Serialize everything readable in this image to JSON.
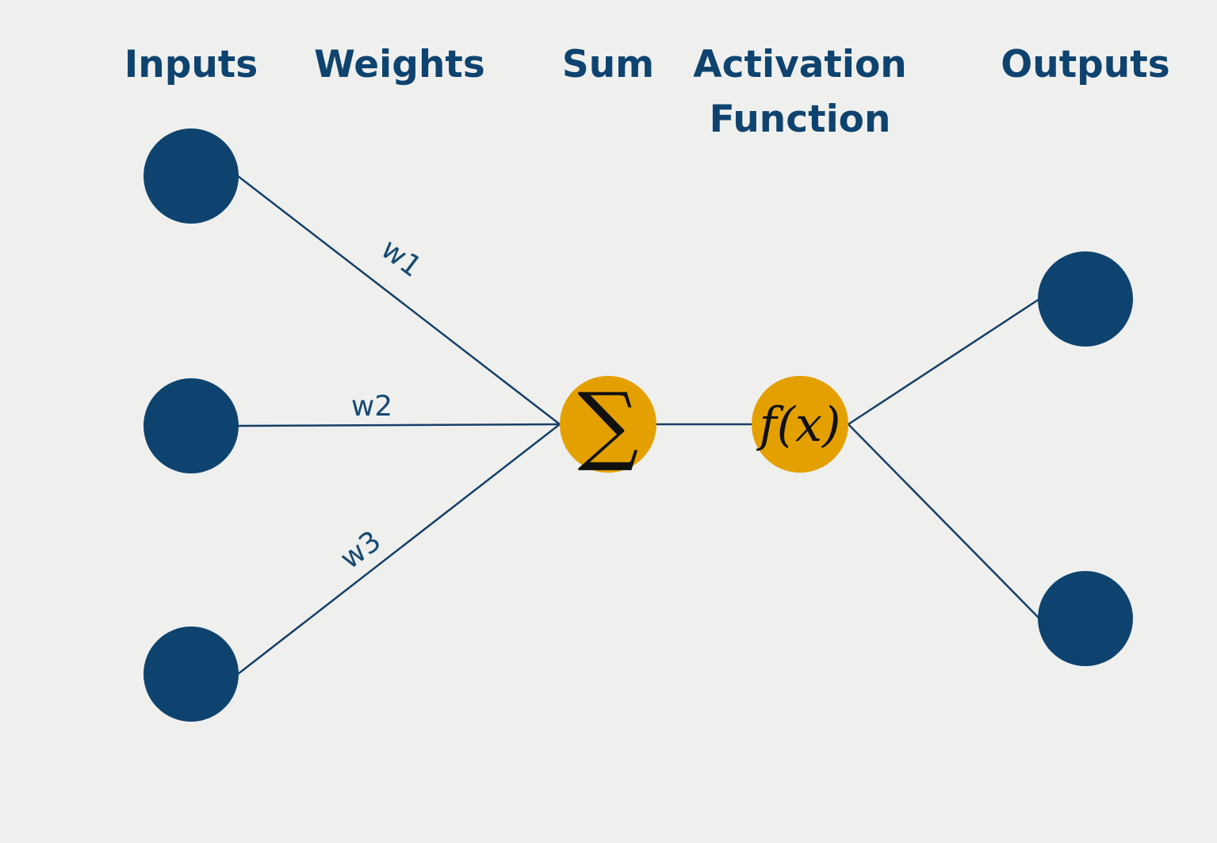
{
  "headings": {
    "inputs": "Inputs",
    "weights": "Weights",
    "sum": "Sum",
    "activation_line1": "Activation",
    "activation_line2": "Function",
    "outputs": "Outputs"
  },
  "weights": {
    "w1": "w1",
    "w2": "w2",
    "w3": "w3"
  },
  "symbols": {
    "sum": "∑",
    "activation": "f(x)"
  },
  "colors": {
    "background": "#eff0ee",
    "node_blue": "#0f436f",
    "node_gold": "#e3a000",
    "edge": "#163f68"
  }
}
